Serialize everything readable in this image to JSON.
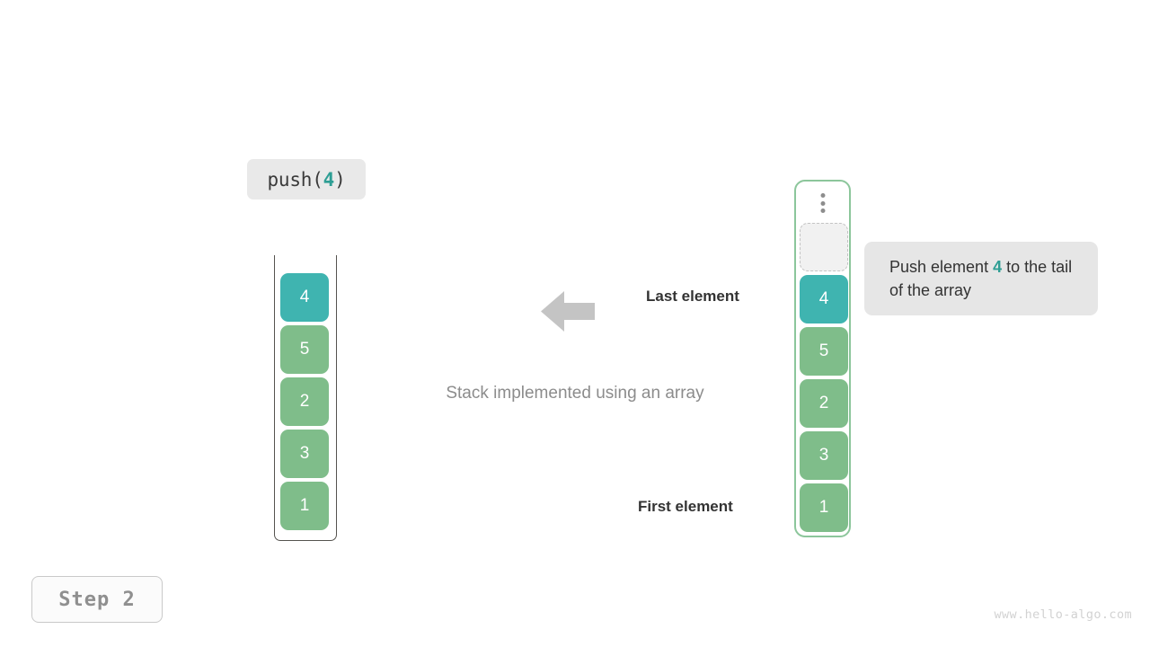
{
  "figure": {
    "caption": "Stack implemented using an array",
    "step_badge": "Step  2",
    "watermark": "www.hello-algo.com"
  },
  "operation": {
    "name": "push(",
    "argument": "4",
    "close": ")"
  },
  "stack": {
    "label_last": "Last element",
    "label_first": "First element",
    "cells": [
      {
        "value": "4",
        "color": "teal"
      },
      {
        "value": "5",
        "color": "green"
      },
      {
        "value": "2",
        "color": "green"
      },
      {
        "value": "3",
        "color": "green"
      },
      {
        "value": "1",
        "color": "green"
      }
    ]
  },
  "array": {
    "ellipsis": "vertical-ellipsis",
    "cells": [
      {
        "value": "",
        "color": "empty"
      },
      {
        "value": "4",
        "color": "teal"
      },
      {
        "value": "5",
        "color": "green"
      },
      {
        "value": "2",
        "color": "green"
      },
      {
        "value": "3",
        "color": "green"
      },
      {
        "value": "1",
        "color": "green"
      }
    ]
  },
  "callout": {
    "text_before": "Push element ",
    "highlight": "4",
    "text_after": " to the tail of the array"
  },
  "colors": {
    "teal": "#3fb4b0",
    "green": "#7fbd8a",
    "accent_text": "#2e9e94",
    "container_border": "#8cc69b",
    "stack_border": "#55534f",
    "arrow": "#c4c4c4",
    "chip_bg": "#e9e9e9"
  }
}
